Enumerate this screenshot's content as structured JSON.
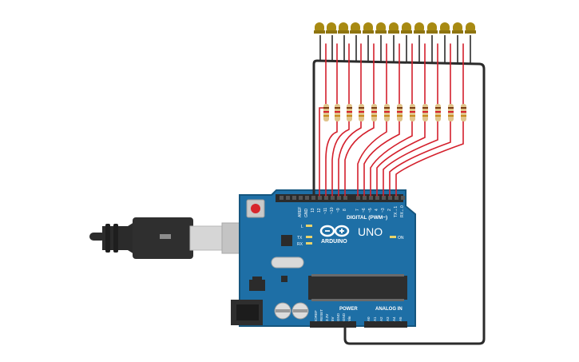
{
  "board": {
    "brand": "ARDUINO",
    "model": "UNO",
    "digital_header_label": "DIGITAL (PWM~)",
    "power_label": "POWER",
    "analog_label": "ANALOG IN",
    "aref_label": "AREF",
    "gnd_label": "GND",
    "pin13": "13",
    "pin12": "12",
    "pin11": "~11",
    "pin10": "~10",
    "pin9": "~9",
    "pin8": "8",
    "pin7": "7",
    "pin6": "~6",
    "pin5": "~5",
    "pin4": "4",
    "pin3": "~3",
    "pin2": "2",
    "pin1": "TX→1",
    "pin0": "RX←0",
    "led_l": "L",
    "led_tx": "TX",
    "led_rx": "RX",
    "led_on": "ON",
    "ioref": "IOREF",
    "reset": "RESET",
    "v33": "3.3V",
    "v5": "5V",
    "gnd1": "GND",
    "gnd2": "GND",
    "vin": "Vin",
    "a0": "A0",
    "a1": "A1",
    "a2": "A2",
    "a3": "A3",
    "a4": "A4",
    "a5": "A5"
  },
  "colors": {
    "board_blue": "#1e6fa6",
    "board_edge": "#15567f",
    "wire_red": "#d4202c",
    "wire_black": "#2b2b2b",
    "led_body": "#a88a12",
    "resistor_body": "#e0c38a",
    "header": "#2b2b2b"
  },
  "icons": [
    "usb-cable-icon",
    "arduino-logo-icon",
    "reset-button-icon",
    "led-icon",
    "resistor-icon"
  ]
}
